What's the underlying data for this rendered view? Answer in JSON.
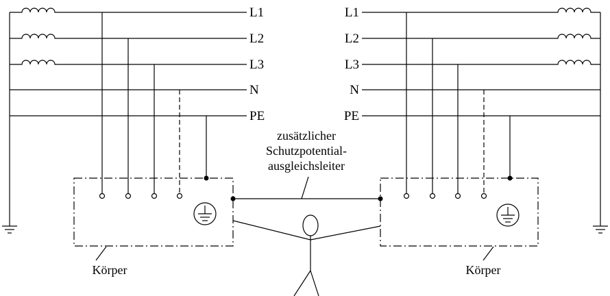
{
  "left_labels": [
    "L1",
    "L2",
    "L3",
    "N",
    "PE"
  ],
  "right_labels": [
    "L1",
    "L2",
    "L3",
    "N",
    "PE"
  ],
  "annotation": {
    "line1": "zusätzlicher",
    "line2": "Schutzpotential-",
    "line3": "ausgleichsleiter"
  },
  "body_left": "Körper",
  "body_right": "Körper"
}
